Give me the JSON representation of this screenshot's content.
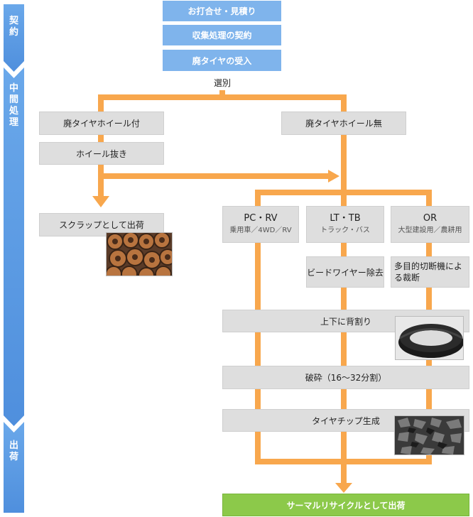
{
  "stages": [
    {
      "label": "契約"
    },
    {
      "label": "中間処理"
    },
    {
      "label": "出荷"
    }
  ],
  "steps_top": [
    "お打合せ・見積り",
    "収集処理の契約",
    "廃タイヤの受入"
  ],
  "sort_label": "選別",
  "left_branch": {
    "with_wheel": "廃タイヤホイール付",
    "wheel_removal": "ホイール抜き",
    "scrap_ship": "スクラップとして出荷"
  },
  "right_branch": {
    "no_wheel": "廃タイヤホイール無"
  },
  "categories": [
    {
      "name": "PC・RV",
      "sub": "乗用車／4WD／RV"
    },
    {
      "name": "LT・TB",
      "sub": "トラック・バス"
    },
    {
      "name": "OR",
      "sub": "大型建設用／農耕用"
    }
  ],
  "pre_steps": {
    "bead_wire": "ビードワイヤー除去",
    "multi_cut": "多目的切断機による裁断"
  },
  "process_steps": [
    "上下に背割り",
    "破砕（16〜32分割）",
    "タイヤチップ生成"
  ],
  "final": "サーマルリサイクルとして出荷",
  "colors": {
    "stage_blue": "#5b9be4",
    "box_blue": "#7fb4ec",
    "arrow_orange": "#f8a74d",
    "final_green": "#8cc94a"
  }
}
